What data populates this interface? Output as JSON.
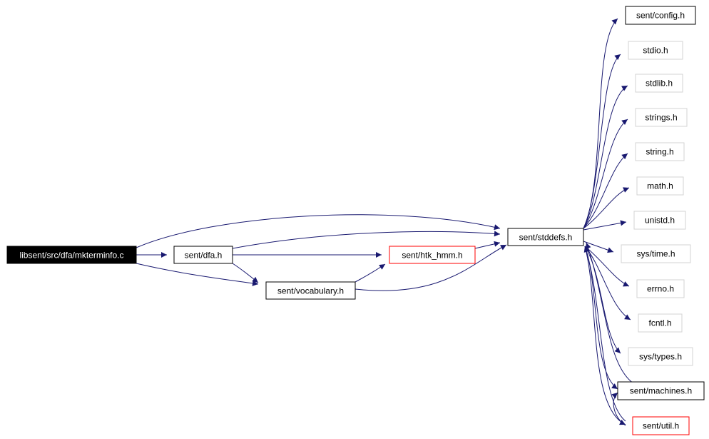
{
  "colors": {
    "edge": "#191970",
    "node_border_default": "#000000",
    "node_border_missing": "#d3d3d3",
    "node_border_red": "#ff0000",
    "root_fill": "#000000",
    "root_text": "#ffffff",
    "node_text": "#000000"
  },
  "nodes": {
    "root": {
      "label": "libsent/src/dfa/mkterminfo.c"
    },
    "dfa": {
      "label": "sent/dfa.h"
    },
    "vocabulary": {
      "label": "sent/vocabulary.h"
    },
    "htk_hmm": {
      "label": "sent/htk_hmm.h"
    },
    "stddefs": {
      "label": "sent/stddefs.h"
    },
    "config": {
      "label": "sent/config.h"
    },
    "stdio": {
      "label": "stdio.h"
    },
    "stdlib": {
      "label": "stdlib.h"
    },
    "strings": {
      "label": "strings.h"
    },
    "string": {
      "label": "string.h"
    },
    "math": {
      "label": "math.h"
    },
    "unistd": {
      "label": "unistd.h"
    },
    "systime": {
      "label": "sys/time.h"
    },
    "errno": {
      "label": "errno.h"
    },
    "fcntl": {
      "label": "fcntl.h"
    },
    "systypes": {
      "label": "sys/types.h"
    },
    "machines": {
      "label": "sent/machines.h"
    },
    "util": {
      "label": "sent/util.h"
    }
  }
}
